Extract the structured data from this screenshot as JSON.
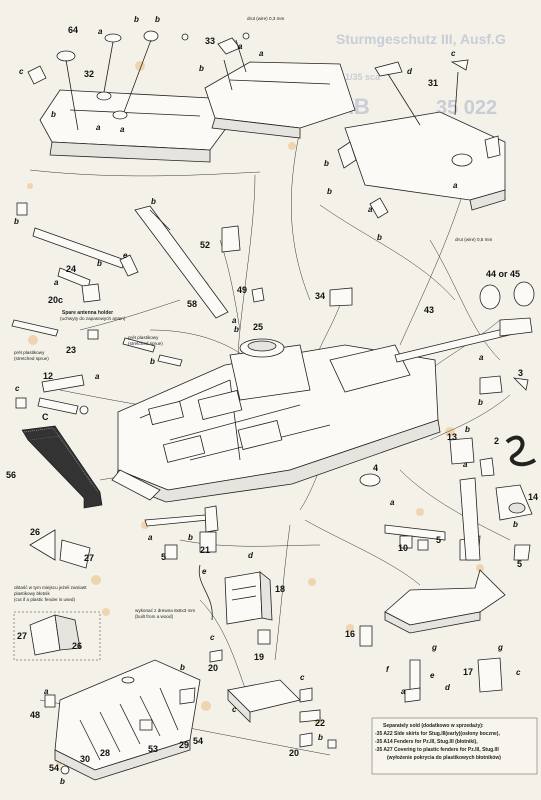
{
  "header": {
    "title_partial": "Sturmgeschutz III, Ausf.G",
    "scale_partial": "1/35 sca",
    "brand_partial": "AB",
    "code_partial": "35 022"
  },
  "part_numbers": {
    "p64": "64",
    "p32": "32",
    "p33": "33",
    "p31": "31",
    "p24": "24",
    "p20c": "20c",
    "p23": "23",
    "p12": "12",
    "p58": "58",
    "p52": "52",
    "p49": "49",
    "p25": "25",
    "p34": "34",
    "p44_45": "44 or 45",
    "p43": "43",
    "p3": "3",
    "p13": "13",
    "p2": "2",
    "p56": "56",
    "p14": "14",
    "p4": "4",
    "p26": "26",
    "p27a": "27",
    "p5a": "5",
    "p21": "21",
    "p10": "10",
    "p5b": "5",
    "p5c": "5",
    "p18": "18",
    "p27b": "27",
    "p26b": "26",
    "p16": "16",
    "p20a": "20",
    "p19": "19",
    "p17": "17",
    "p48": "48",
    "p54a": "54",
    "p30": "30",
    "p28": "28",
    "p53": "53",
    "p29": "29",
    "p54b": "54",
    "p22": "22",
    "p20b": "20",
    "big_c": "C"
  },
  "sub_letters": {
    "a": "a",
    "b": "b",
    "c": "c",
    "d": "d",
    "e": "e",
    "f": "f",
    "g": "g"
  },
  "notes": {
    "wire_03": "drut (wire) 0,3 mm",
    "wire_05": "drut (wire) 0,5 mm",
    "spare_antenna_1": "Spare antenna holder",
    "spare_antenna_2": "(uchwyty do zapasowych anten)",
    "plastic_1": "prét plastikowy",
    "plastic_2": "(stretched sprue)",
    "fender_1": "obtaść w tym miejscu jeżeli zamiast",
    "fender_2": "plastikowy błotnik",
    "fender_3": "(cut if a plastic fender is used)",
    "wood_1": "wykonać z drewna 8x8x3 mm",
    "wood_2": "(built from a wood)"
  },
  "separately_sold": {
    "title": "Separately sold (dodatkowo w sprzedaży):",
    "line1": "-35 A22 Side skirts for Stug.III(early)(osłony boczne),",
    "line2": "-35 A14 Fenders for Pz.III, Stug.III (błotniki),",
    "line3": "-35 A27 Covering to plastic fenders for Pz.III, Stug.III",
    "line4": "(wyłożenie pokrycia do plastikowych błotników)"
  }
}
